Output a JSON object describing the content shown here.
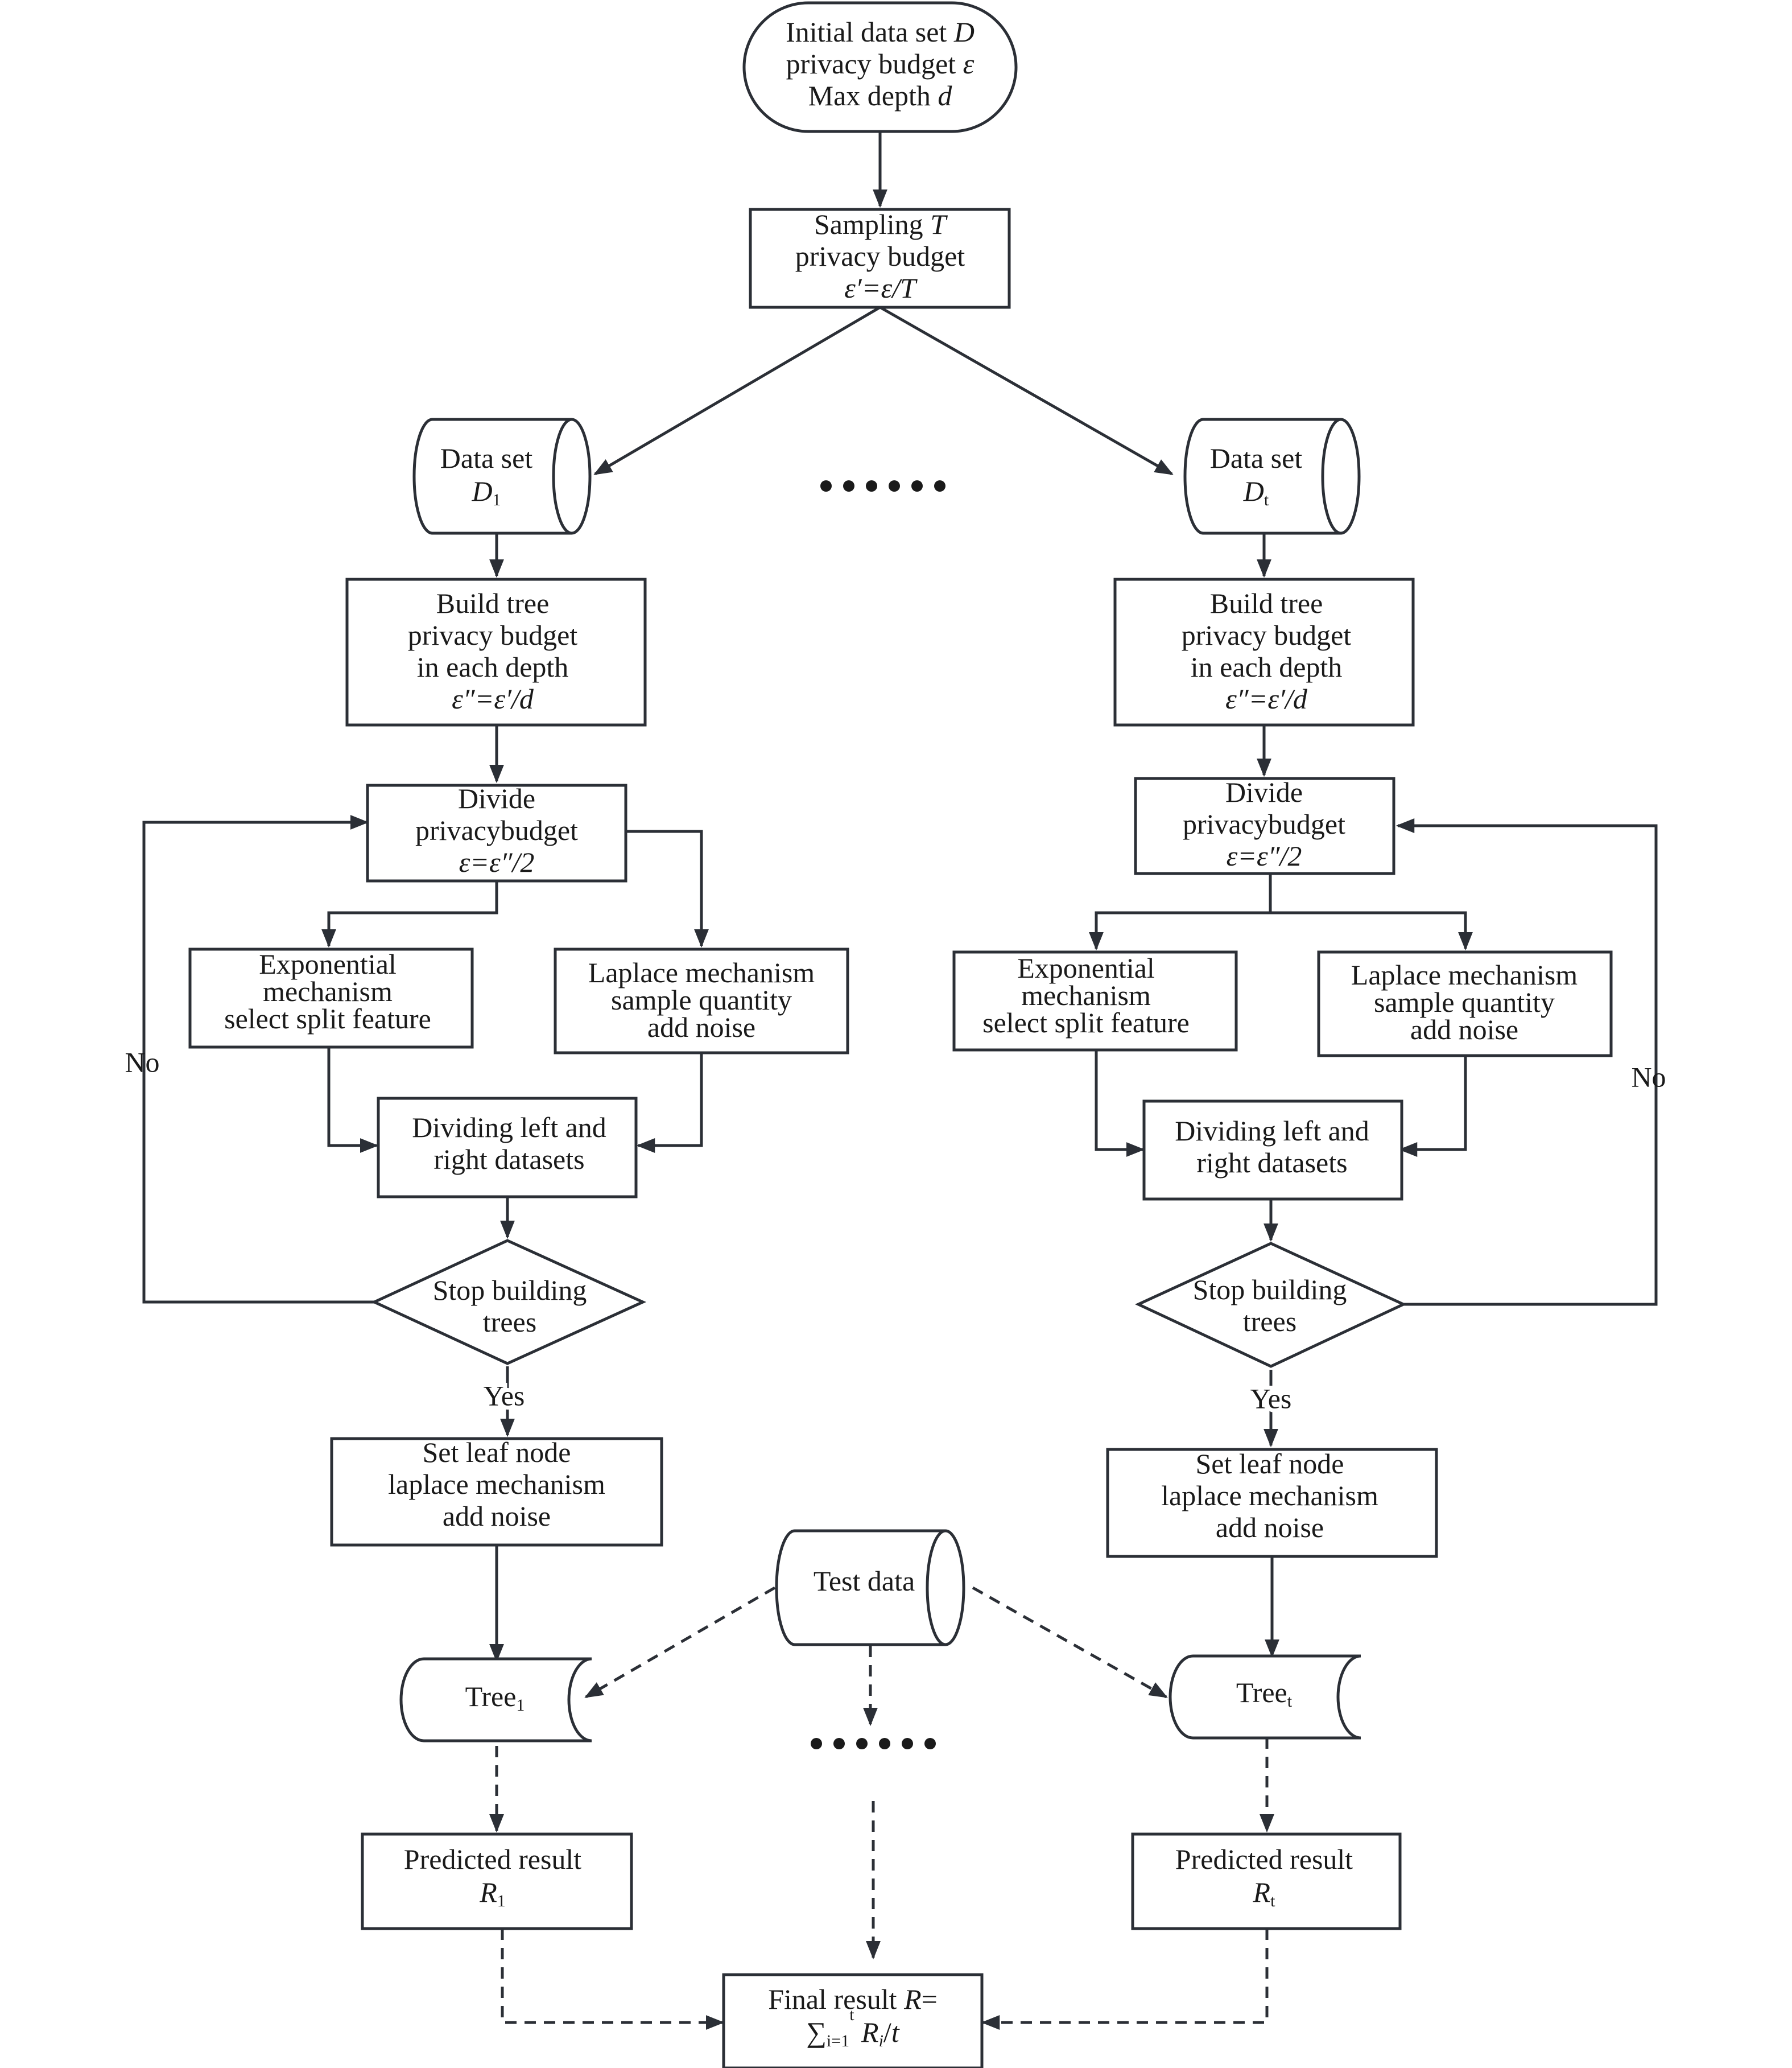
{
  "nodes": {
    "start": {
      "lines": [
        [
          {
            "t": "Initial data set "
          },
          {
            "t": "D",
            "i": true
          }
        ],
        [
          {
            "t": "privacy budget "
          },
          {
            "t": "ε",
            "i": true
          }
        ],
        [
          {
            "t": "Max depth "
          },
          {
            "t": "d",
            "i": true
          }
        ]
      ]
    },
    "sampling": {
      "lines": [
        [
          {
            "t": "Sampling "
          },
          {
            "t": "T",
            "i": true
          }
        ],
        [
          {
            "t": "privacy budget"
          }
        ],
        [
          {
            "t": "ε′=ε/T",
            "i": true
          }
        ]
      ]
    },
    "dataset1": {
      "lines": [
        [
          {
            "t": "Data set"
          }
        ],
        [
          {
            "t": "D",
            "i": true
          },
          {
            "t": "1",
            "sub": true
          }
        ]
      ]
    },
    "datasett": {
      "lines": [
        [
          {
            "t": "Data set"
          }
        ],
        [
          {
            "t": "D",
            "i": true
          },
          {
            "t": "t",
            "sub": true
          }
        ]
      ]
    },
    "build1": {
      "lines": [
        [
          {
            "t": "Build tree"
          }
        ],
        [
          {
            "t": "privacy budget"
          }
        ],
        [
          {
            "t": "in each depth"
          }
        ],
        [
          {
            "t": "ε″=ε′/d",
            "i": true
          }
        ]
      ]
    },
    "buildt": {
      "lines": [
        [
          {
            "t": "Build tree"
          }
        ],
        [
          {
            "t": "privacy budget"
          }
        ],
        [
          {
            "t": "in each depth"
          }
        ],
        [
          {
            "t": "ε″=ε′/d",
            "i": true
          }
        ]
      ]
    },
    "divide1": {
      "lines": [
        [
          {
            "t": "Divide"
          }
        ],
        [
          {
            "t": "privacybudget"
          }
        ],
        [
          {
            "t": "ε=ε″/2",
            "i": true
          }
        ]
      ]
    },
    "dividet": {
      "lines": [
        [
          {
            "t": "Divide"
          }
        ],
        [
          {
            "t": "privacybudget"
          }
        ],
        [
          {
            "t": "ε=ε″/2",
            "i": true
          }
        ]
      ]
    },
    "exp1": {
      "lines": [
        [
          {
            "t": "Exponential"
          }
        ],
        [
          {
            "t": "mechanism"
          }
        ],
        [
          {
            "t": "select split feature"
          }
        ]
      ]
    },
    "expt": {
      "lines": [
        [
          {
            "t": "Exponential"
          }
        ],
        [
          {
            "t": "mechanism"
          }
        ],
        [
          {
            "t": "select split feature"
          }
        ]
      ]
    },
    "lap1": {
      "lines": [
        [
          {
            "t": "Laplace mechanism"
          }
        ],
        [
          {
            "t": "sample quantity"
          }
        ],
        [
          {
            "t": "add noise"
          }
        ]
      ]
    },
    "lapt": {
      "lines": [
        [
          {
            "t": "Laplace mechanism"
          }
        ],
        [
          {
            "t": "sample quantity"
          }
        ],
        [
          {
            "t": "add noise"
          }
        ]
      ]
    },
    "split1": {
      "lines": [
        [
          {
            "t": "Dividing left and"
          }
        ],
        [
          {
            "t": "right datasets"
          }
        ]
      ]
    },
    "splitt": {
      "lines": [
        [
          {
            "t": "Dividing left and"
          }
        ],
        [
          {
            "t": "right datasets"
          }
        ]
      ]
    },
    "stop1": {
      "lines": [
        [
          {
            "t": "Stop building"
          }
        ],
        [
          {
            "t": "trees"
          }
        ]
      ]
    },
    "stopt": {
      "lines": [
        [
          {
            "t": "Stop building"
          }
        ],
        [
          {
            "t": "trees"
          }
        ]
      ]
    },
    "leaf1": {
      "lines": [
        [
          {
            "t": "Set leaf node"
          }
        ],
        [
          {
            "t": "laplace mechanism"
          }
        ],
        [
          {
            "t": "add noise"
          }
        ]
      ]
    },
    "leaft": {
      "lines": [
        [
          {
            "t": "Set leaf node"
          }
        ],
        [
          {
            "t": "laplace mechanism"
          }
        ],
        [
          {
            "t": "add noise"
          }
        ]
      ]
    },
    "testdata": {
      "lines": [
        [
          {
            "t": "Test data"
          }
        ]
      ]
    },
    "tree1": {
      "lines": [
        [
          {
            "t": "Tree"
          },
          {
            "t": "1",
            "sub": true
          }
        ]
      ]
    },
    "treet": {
      "lines": [
        [
          {
            "t": "Tree"
          },
          {
            "t": "t",
            "sub": true
          }
        ]
      ]
    },
    "pred1": {
      "lines": [
        [
          {
            "t": "Predicted result"
          }
        ],
        [
          {
            "t": "R",
            "i": true
          },
          {
            "t": "1",
            "sub": true
          }
        ]
      ]
    },
    "predt": {
      "lines": [
        [
          {
            "t": "Predicted result"
          }
        ],
        [
          {
            "t": "R",
            "i": true
          },
          {
            "t": "t",
            "sub": true
          }
        ]
      ]
    },
    "final": {
      "lines": [
        [
          {
            "t": "Final result "
          },
          {
            "t": "R",
            "i": true
          },
          {
            "t": "="
          }
        ],
        [
          {
            "t": "∑"
          },
          {
            "t": "i=1",
            "sub": true
          },
          {
            "t": "t",
            "sup": true
          },
          {
            "t": " "
          },
          {
            "t": "R",
            "i": true
          },
          {
            "t": "i",
            "sub": true,
            "i": true
          },
          {
            "t": "/"
          },
          {
            "t": "t",
            "i": true
          }
        ]
      ]
    }
  },
  "edge_labels": {
    "no_left": "No",
    "no_right": "No",
    "yes_left": "Yes",
    "yes_right": "Yes"
  },
  "ellipsis": {
    "top": "••••••",
    "bottom": "••••••"
  }
}
